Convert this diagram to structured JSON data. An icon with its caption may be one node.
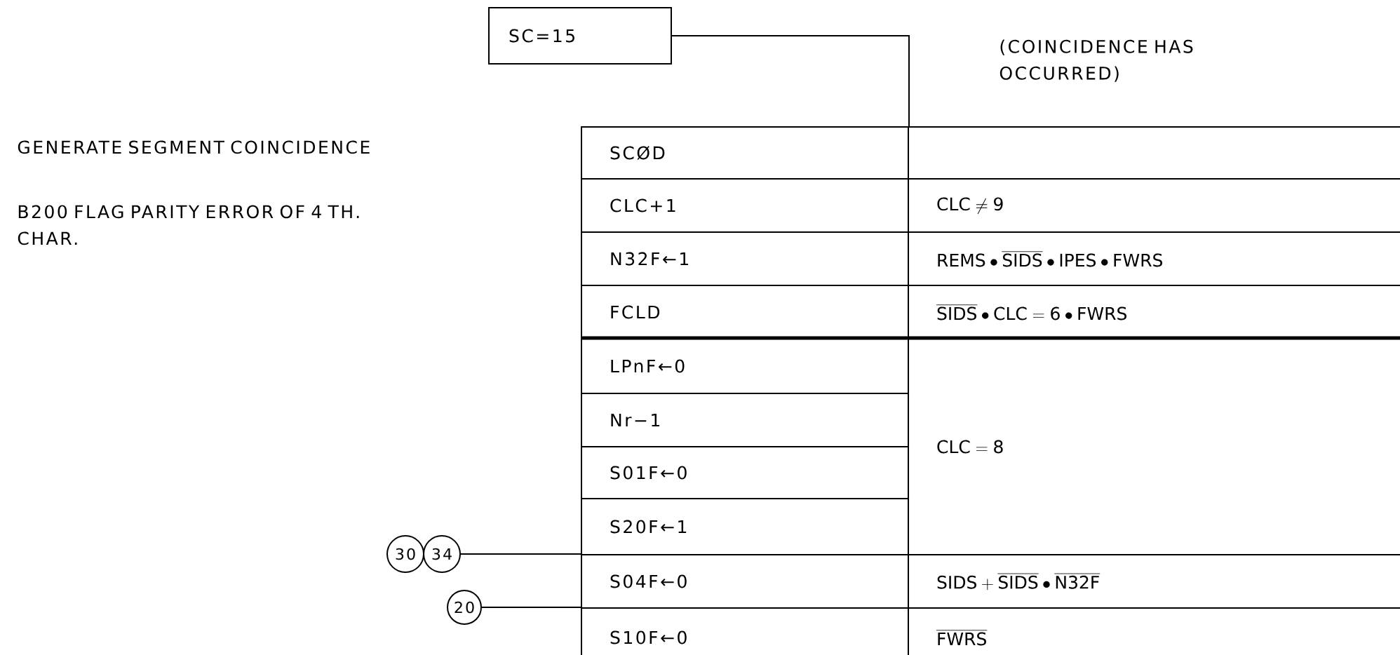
{
  "diagram": {
    "nodes": [
      {
        "text": [
          "SC=15"
        ]
      },
      {
        "text": [
          "SCØD"
        ]
      },
      {
        "text": [],
        "shape": "box"
      },
      {
        "text": [
          "CLC+1"
        ]
      },
      {
        "text": [
          "\\mathrm{CLC}\\neq\\mathrm{9}"
        ]
      },
      {
        "text": [
          "N32F←1"
        ]
      },
      {
        "text": [
          "\\mathrm{REMS}\\bullet\\overline{\\mathrm{SIDS}}\\bullet\\mathrm{IPES}\\bullet\\mathrm{FWRS}"
        ]
      },
      {
        "text": [
          "FCLD"
        ]
      },
      {
        "text": [
          "\\overline{\\mathrm{SIDS}}\\bullet\\mathrm{CLC}=\\mathrm{6}\\bullet\\mathrm{FWRS}"
        ]
      },
      {
        "text": [
          "LPnF←0"
        ]
      },
      {
        "text": [
          "\\mathrm{CLC}=\\mathrm{8}"
        ]
      },
      {
        "text": [
          "Nr−1"
        ]
      },
      {
        "text": [
          "S01F←0"
        ]
      },
      {
        "text": [
          "S20F←1"
        ]
      },
      {
        "text": [
          "30"
        ]
      },
      {
        "text": [
          "34"
        ]
      },
      {
        "text": [
          "S04F←0"
        ]
      },
      {
        "text": [
          "\\mathrm{SIDS}+\\overline{\\mathrm{SIDS}}\\bullet\\overline{\\mathrm{N32F}}"
        ]
      },
      {
        "text": [
          "20"
        ]
      },
      {
        "text": [
          "S10F←0"
        ]
      },
      {
        "text": [
          "\\overline{\\mathrm{FWRS}}"
        ]
      }
    ],
    "edges": [
      {
        "from": 0,
        "to": 1,
        "arrow": "none"
      },
      {
        "from": 15,
        "to": 16,
        "arrow": "none"
      },
      {
        "from": 18,
        "to": 19,
        "arrow": "none"
      }
    ],
    "labels": [
      "(COINCIDENCE HAS OCCURRED)",
      "GENERATE SEGMENT COINCIDENCE",
      "B200 FLAG PARITY ERROR OF 4 TH. CHAR."
    ]
  }
}
